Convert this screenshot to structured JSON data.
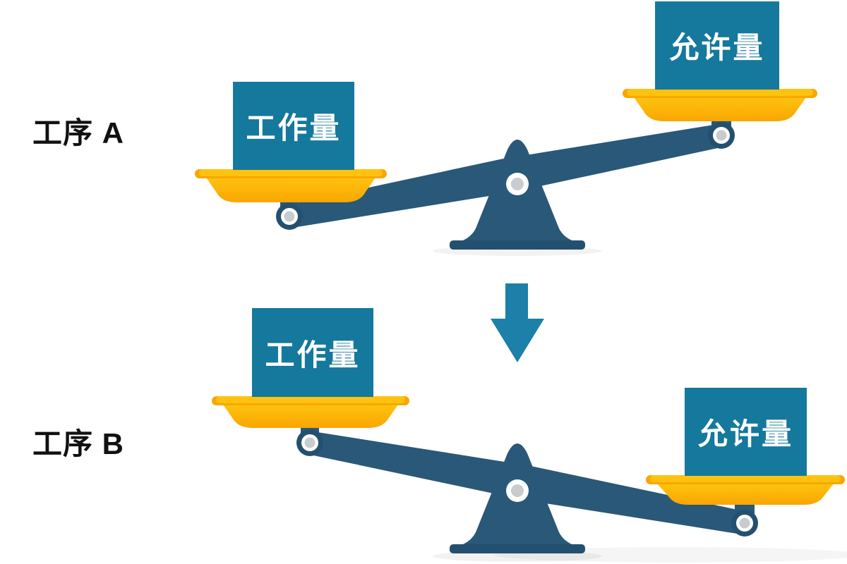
{
  "diagram": {
    "title": "workload-vs-allowance balance comparison",
    "background": "#ffffff",
    "colors": {
      "box_teal": "#15789D",
      "beam_navy": "#2A5878",
      "hinge_outer_navy": "#24506F",
      "hinge_center_gray": "#C9CCCE",
      "pan_yellow": "#FFC30F",
      "pan_orange": "#F9A602",
      "arrow_teal": "#1C80A8",
      "label_black": "#111111",
      "white": "#FFFFFF"
    },
    "scale_a": {
      "label": "工序 A",
      "left_weight": "工作量",
      "right_weight": "允许量",
      "tilt": "left-down"
    },
    "scale_b": {
      "label": "工序 B",
      "left_weight": "工作量",
      "right_weight": "允许量",
      "tilt": "right-down"
    },
    "arrow": {
      "direction": "down"
    }
  }
}
